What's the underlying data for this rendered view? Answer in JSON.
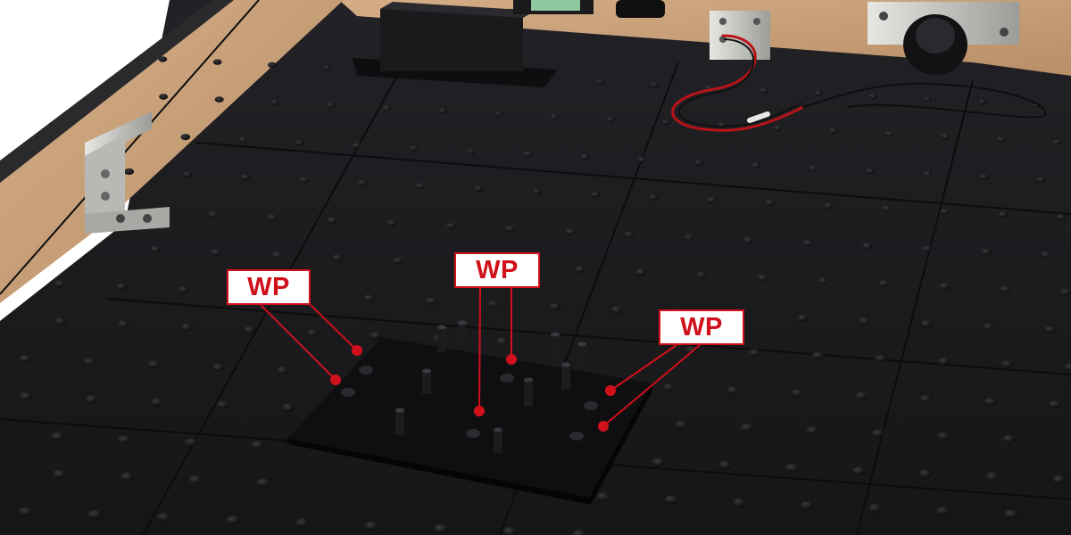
{
  "scene": {
    "subject": "pegboard-plate-with-standoffs",
    "colors": {
      "board": "#1c1c1e",
      "board_dark": "#121214",
      "wood_wall": "#c9a27a",
      "bracket": "#c8c8c4",
      "annotation_red": "#d0101a"
    }
  },
  "annotations": {
    "left": {
      "text": "WP",
      "marker_count": 2
    },
    "middle": {
      "text": "WP",
      "marker_count": 2
    },
    "right": {
      "text": "WP",
      "marker_count": 2
    }
  }
}
